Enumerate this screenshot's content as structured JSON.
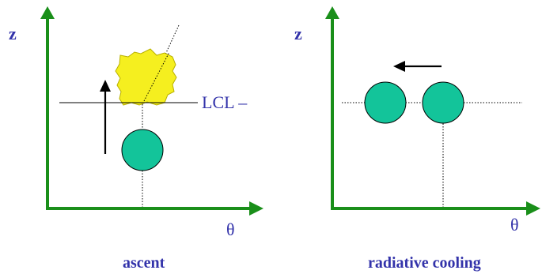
{
  "colors": {
    "axis": "#1a8f1a",
    "parcel_fill": "#13c49a",
    "parcel_stroke": "#000000",
    "cloud_fill": "#f5ef1f",
    "label_blue": "#3333aa",
    "arrow": "#000000"
  },
  "left_panel": {
    "z_label": "z",
    "theta_label": "θ",
    "lcl_label": "LCL –",
    "caption": "ascent"
  },
  "right_panel": {
    "z_label": "z",
    "theta_label": "θ",
    "caption": "radiative cooling"
  }
}
